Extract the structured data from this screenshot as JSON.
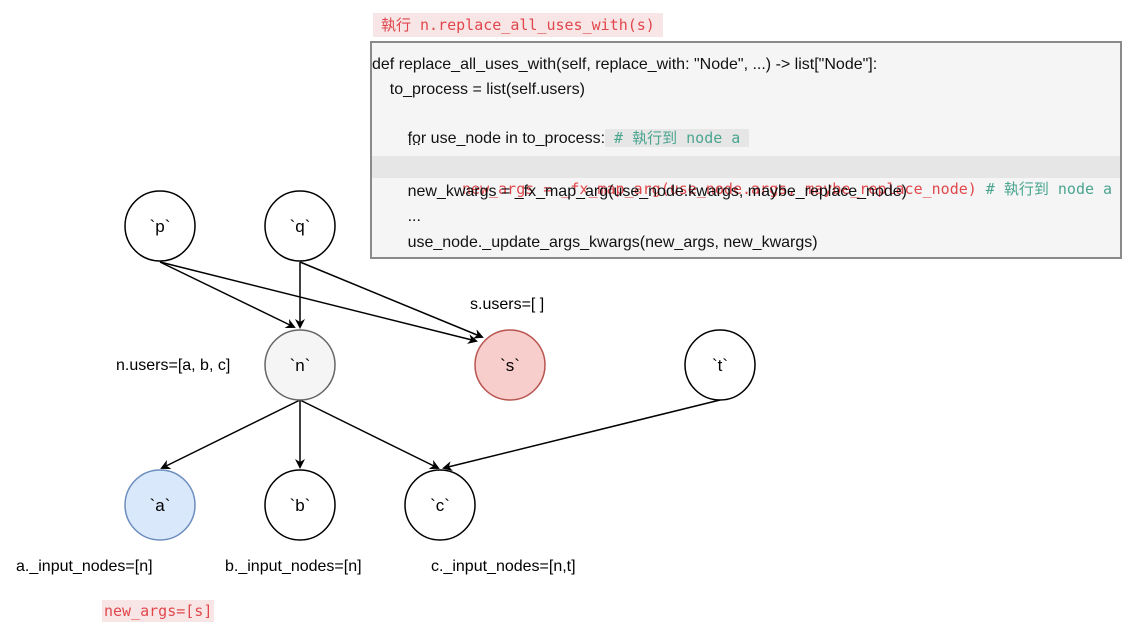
{
  "title_chip": "執行 n.replace_all_uses_with(s)",
  "code": {
    "line1": "def replace_all_uses_with(self, replace_with: \"Node\", ...) -> list[\"Node\"]:",
    "line2": "    to_process = list(self.users)",
    "line3_code": "    for use_node in to_process:",
    "line3_comment": " # 執行到 node a ",
    "line4": "        ...",
    "line5_code": "        new_args = _fx_map_arg(use_node.args, maybe_replace_node)",
    "line5_comment": " # 執行到 node a ",
    "line6": "        new_kwargs = _fx_map_arg(use_node.kwargs, maybe_replace_node)",
    "line7": "        ...",
    "line8": "        use_node._update_args_kwargs(new_args, new_kwargs)"
  },
  "nodes": {
    "p": "`p`",
    "q": "`q`",
    "n": "`n`",
    "s": "`s`",
    "t": "`t`",
    "a": "`a`",
    "b": "`b`",
    "c": "`c`"
  },
  "labels": {
    "s_users": "s.users=[ ]",
    "n_users": "n.users=[a, b, c]",
    "a_inputs": "a._input_nodes=[n]",
    "b_inputs": "b._input_nodes=[n]",
    "c_inputs": "c._input_nodes=[n,t]",
    "new_args": "new_args=[s]"
  },
  "colors": {
    "default_fill": "#ffffff",
    "n_fill": "#f5f5f5",
    "n_stroke": "#666666",
    "s_fill": "#f8cecc",
    "s_stroke": "#b85450",
    "a_fill": "#dae8fc",
    "a_stroke": "#6c8ebf",
    "highlight_text": "#e0474c",
    "comment_text": "#4aa58f"
  }
}
